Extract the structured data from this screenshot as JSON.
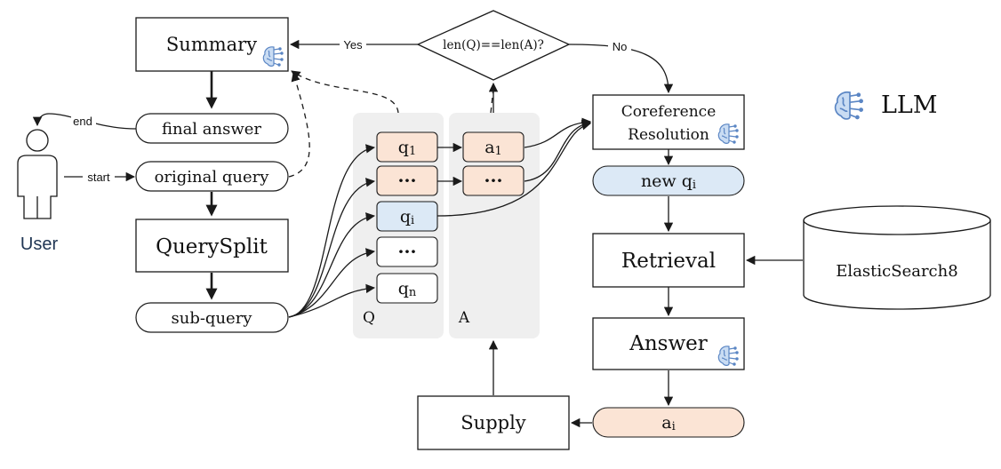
{
  "legend": {
    "label": "LLM",
    "icon": "brain-network-icon"
  },
  "user": {
    "label": "User",
    "icon": "person-icon"
  },
  "edge_labels": {
    "end": "end",
    "start": "start",
    "yes": "Yes",
    "no": "No"
  },
  "nodes": {
    "summary": "Summary",
    "decision": "len(Q)==len(A)?",
    "final_answer": "final answer",
    "original_query": "original query",
    "query_split": "QuerySplit",
    "sub_query": "sub-query",
    "coref_line1": "Coreference",
    "coref_line2": "Resolution",
    "new_q": "new q",
    "new_q_sub": "i",
    "retrieval": "Retrieval",
    "elasticsearch": "ElasticSearch8",
    "answer": "Answer",
    "a_i": "a",
    "a_i_sub": "i",
    "supply": "Supply"
  },
  "q_column": {
    "label": "Q",
    "items": [
      {
        "base": "q",
        "sub": "1",
        "style": "orange"
      },
      {
        "base": "···",
        "sub": "",
        "style": "orange"
      },
      {
        "base": "q",
        "sub": "i",
        "style": "blue"
      },
      {
        "base": "···",
        "sub": "",
        "style": "white"
      },
      {
        "base": "q",
        "sub": "n",
        "style": "white"
      }
    ]
  },
  "a_column": {
    "label": "A",
    "items": [
      {
        "base": "a",
        "sub": "1",
        "style": "orange"
      },
      {
        "base": "···",
        "sub": "",
        "style": "orange"
      }
    ]
  },
  "colors": {
    "orange_fill": "#fbe4d5",
    "blue_fill": "#dce9f6",
    "column_bg": "#efefef",
    "user_text": "#1f3553",
    "llm_icon": "#5b86c4"
  }
}
